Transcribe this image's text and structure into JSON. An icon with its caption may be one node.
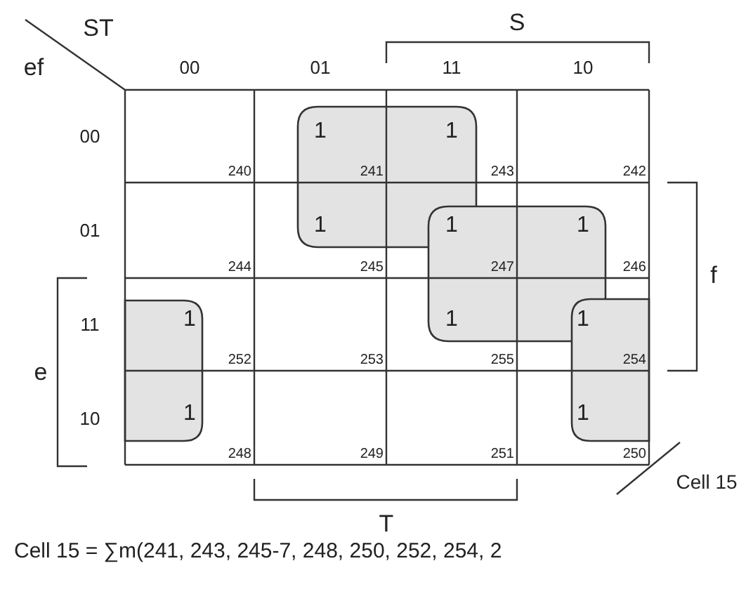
{
  "diagram": {
    "caption": "Cell 15 = ∑m(241, 243, 245-7, 248, 250, 252, 254, 2",
    "labels": [
      "ST",
      "S",
      "ef",
      "00",
      "01",
      "11",
      "10",
      "00",
      "240",
      "1",
      "241",
      "1",
      "243",
      "242",
      "01",
      "244",
      "1",
      "245",
      "1",
      "247",
      "1",
      "246",
      "f",
      "e",
      "11",
      "1",
      "252",
      "253",
      "1",
      "255",
      "1",
      "254",
      "10",
      "1",
      "248",
      "249",
      "251",
      "1",
      "250",
      "Cell 15",
      "T"
    ]
  }
}
